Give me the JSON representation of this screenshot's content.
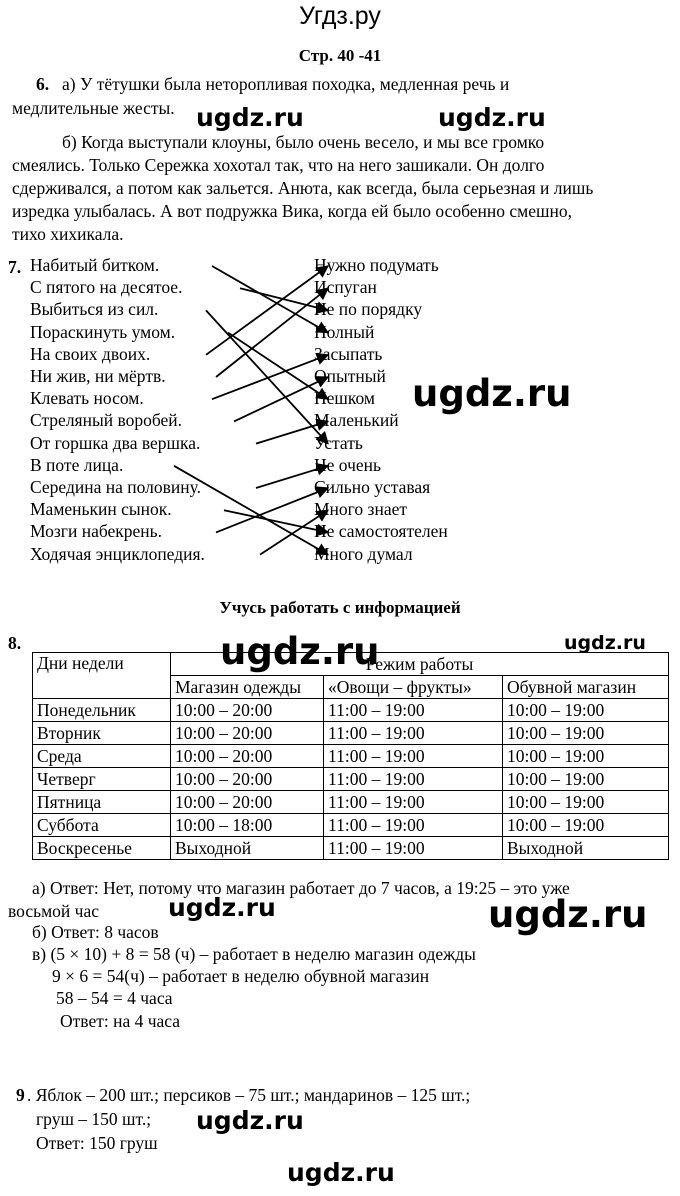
{
  "header": {
    "site": "Угдз.ру",
    "pages": "Стр. 40 -41"
  },
  "task6": {
    "number": "6.",
    "a_line1": "а) У тётушки была неторопливая походка, медленная речь и",
    "a_line2": "медлительные жесты.",
    "b_line1": "б) Когда выступали клоуны, было очень весело, и мы все громко",
    "b_line2": "смеялись. Только Сережка хохотал так, что на него зашикали. Он долго",
    "b_line3": "сдерживался, а потом как зальется. Анюта, как всегда, была серьезная и лишь",
    "b_line4": "изредка улыбалась. А вот подружка Вика, когда ей было особенно смешно,",
    "b_line5": "тихо хихикала."
  },
  "task7": {
    "number": "7.",
    "left": [
      "Набитый битком.",
      "С пятого на десятое.",
      "Выбиться из сил.",
      "Пораскинуть умом.",
      "На своих двоих.",
      "Ни жив, ни мёртв.",
      "Клевать носом.",
      "Стреляный воробей.",
      "От горшка два вершка.",
      "В поте лица.",
      "Середина на половину.",
      "Маменькин сынок.",
      "Мозги набекрень.",
      "Ходячая энциклопедия."
    ],
    "right": [
      "Нужно подумать",
      "Испуган",
      "Не по порядку",
      "Полный",
      "Засыпать",
      "Опытный",
      "Пешком",
      "Маленький",
      "Устать",
      "Не очень",
      "Сильно уставая",
      "Много знает",
      "Не самостоятелен",
      "Много думал"
    ],
    "links": [
      [
        0,
        3
      ],
      [
        1,
        2
      ],
      [
        2,
        8
      ],
      [
        3,
        6
      ],
      [
        4,
        0
      ],
      [
        5,
        1
      ],
      [
        6,
        4
      ],
      [
        7,
        5
      ],
      [
        8,
        7
      ],
      [
        9,
        13
      ],
      [
        10,
        9
      ],
      [
        11,
        12
      ],
      [
        12,
        10
      ],
      [
        13,
        11
      ]
    ]
  },
  "section": {
    "title": "Учусь работать с информацией"
  },
  "task8": {
    "number": "8.",
    "table": {
      "days_header": "Дни недели",
      "mode_header": "Режим работы",
      "columns": [
        "Магазин одежды",
        "«Овощи – фрукты»",
        "Обувной магазин"
      ],
      "rows": [
        [
          "Понедельник",
          "10:00 – 20:00",
          "11:00 – 19:00",
          "10:00 – 19:00"
        ],
        [
          "Вторник",
          "10:00 – 20:00",
          "11:00 – 19:00",
          "10:00 – 19:00"
        ],
        [
          "Среда",
          "10:00 – 20:00",
          "11:00 – 19:00",
          "10:00 – 19:00"
        ],
        [
          "Четверг",
          "10:00 – 20:00",
          "11:00 – 19:00",
          "10:00 – 19:00"
        ],
        [
          "Пятница",
          "10:00 – 20:00",
          "11:00 – 19:00",
          "10:00 – 19:00"
        ],
        [
          "Суббота",
          "10:00 – 18:00",
          "11:00 – 19:00",
          "10:00 – 19:00"
        ],
        [
          "Воскресенье",
          "Выходной",
          "11:00 – 19:00",
          "Выходной"
        ]
      ]
    },
    "answers": {
      "a_line1": "а) Ответ: Нет, потому что магазин работает до 7 часов, а 19:25 – это уже",
      "a_line2": "восьмой час",
      "b": "б) Ответ: 8 часов",
      "c_line1": "в) (5 × 10) + 8 = 58 (ч) – работает в неделю магазин одежды",
      "c_line2": "9 × 6 = 54(ч) – работает в неделю обувной магазин",
      "c_line3": "58 – 54 = 4 часа",
      "c_line4": "Ответ: на 4 часа"
    }
  },
  "task9": {
    "number": "9",
    "line1": ". Яблок – 200 шт.; персиков – 75 шт.; мандаринов – 125 шт.;",
    "line2": "груш – 150 шт.;",
    "answer": "Ответ: 150 груш"
  },
  "watermarks": {
    "text": "ugdz.ru"
  }
}
